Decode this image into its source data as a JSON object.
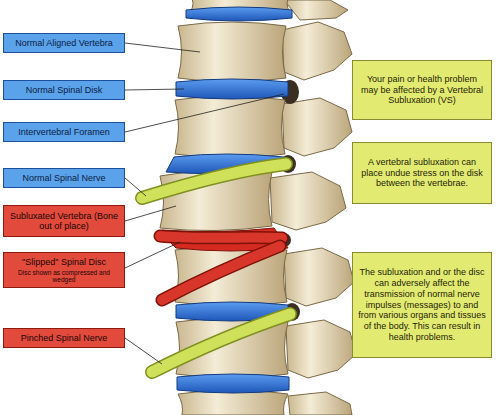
{
  "diagram": {
    "nodes": [
      {
        "text": [
          "Normal Aligned Vertebra"
        ]
      },
      {
        "text": [
          "Normal Spinal Disk"
        ]
      },
      {
        "text": [
          "Intervertebral Foramen"
        ]
      },
      {
        "text": [
          "Normal Spinal Nerve"
        ]
      },
      {
        "text": [
          "Subluxated Vertebra (Bone out of place)"
        ]
      },
      {
        "text": [
          "\"Slipped\" Spinal Disc",
          "Disc shown as compressed and wedged"
        ]
      },
      {
        "text": [
          "Pinched Spinal Nerve"
        ]
      },
      {
        "text": [
          "Your pain or health problem may be affected by a Vertebral Subluxation (VS)"
        ]
      },
      {
        "text": [
          "A vertebral subluxation can place undue stress on the disk between the vertebrae."
        ]
      },
      {
        "text": [
          "The subluxation and or the disc can adversely affect the transmission of normal nerve impulses (messages) to and from various organs and tissues of the body. This can result in health problems."
        ]
      }
    ]
  }
}
